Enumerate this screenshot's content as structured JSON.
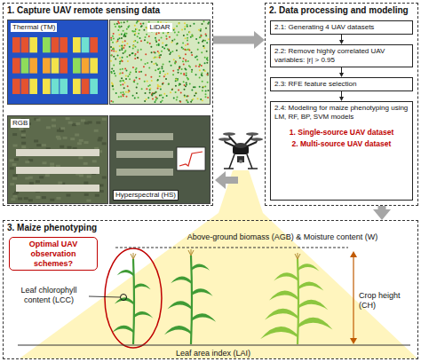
{
  "diagram": {
    "nodes": [
      {
        "text": [
          "1. Capture UAV remote sensing data"
        ]
      },
      {
        "text": [
          "Thermal (TM)"
        ],
        "in": 0
      },
      {
        "text": [
          "LiDAR"
        ],
        "in": 0
      },
      {
        "text": [
          "RGB"
        ],
        "in": 0
      },
      {
        "text": [
          "Hyperspectral (HS)"
        ],
        "in": 0
      },
      {
        "text": [
          "2. Data processing and modeling"
        ]
      },
      {
        "text": [
          "2.1: Generating 4 UAV datasets"
        ],
        "in": 5
      },
      {
        "text": [
          "2.2: Remove highly correlated UAV variables: |r| > 0.95"
        ],
        "in": 5
      },
      {
        "text": [
          "2.3: RFE feature selection"
        ],
        "in": 5
      },
      {
        "text": [
          "2.4: Modeling for maize phenotyping using LM, RF, BP, SVM models",
          "1. Single-source UAV dataset",
          "2. Multi-source UAV dataset"
        ],
        "in": 5
      },
      {
        "text": [
          "3. Maize phenotyping"
        ]
      },
      {
        "text": [
          "Optimal UAV observation schemes?"
        ],
        "in": 10
      }
    ],
    "edges": [
      {
        "from": 0,
        "to": 5,
        "arrow": "to"
      },
      {
        "from": 6,
        "to": 7,
        "arrow": "to"
      },
      {
        "from": 7,
        "to": 8,
        "arrow": "to"
      },
      {
        "from": 8,
        "to": 9,
        "arrow": "to"
      },
      {
        "from": 5,
        "to": 10,
        "arrow": "to"
      }
    ],
    "labels": [
      "Above-ground biomass (AGB) & Moisture content (W)",
      "Leaf chlorophyll content (LCC)",
      "Crop height (CH)",
      "Leaf area index (LAI)"
    ]
  }
}
